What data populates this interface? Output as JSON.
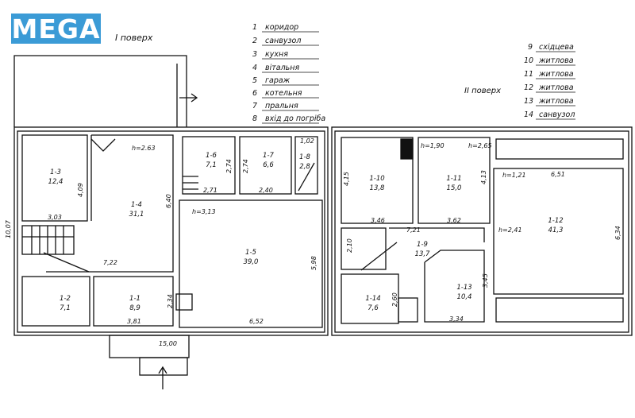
{
  "brand": {
    "logo_text": "MEGA",
    "color": "#3b9bd6"
  },
  "floors": {
    "first": "I поверх",
    "second": "II поверх"
  },
  "legend_first": [
    {
      "num": "1",
      "label": "коридор"
    },
    {
      "num": "2",
      "label": "санвузол"
    },
    {
      "num": "3",
      "label": "кухня"
    },
    {
      "num": "4",
      "label": "вітальня"
    },
    {
      "num": "5",
      "label": "гараж"
    },
    {
      "num": "6",
      "label": "котельня"
    },
    {
      "num": "7",
      "label": "пральня"
    },
    {
      "num": "8",
      "label": "вхід до погріба"
    }
  ],
  "legend_second": [
    {
      "num": "9",
      "label": "східцева"
    },
    {
      "num": "10",
      "label": "житлова"
    },
    {
      "num": "11",
      "label": "житлова"
    },
    {
      "num": "12",
      "label": "житлова"
    },
    {
      "num": "13",
      "label": "житлова"
    },
    {
      "num": "14",
      "label": "санвузол"
    }
  ],
  "rooms": {
    "r1_3": {
      "id": "1-3",
      "area": "12,4"
    },
    "r1_4": {
      "id": "1-4",
      "area": "31,1"
    },
    "r1_6": {
      "id": "1-6",
      "area": "7,1"
    },
    "r1_7": {
      "id": "1-7",
      "area": "6,6"
    },
    "r1_8": {
      "id": "1-8",
      "area": "2,8"
    },
    "r1_5": {
      "id": "1-5",
      "area": "39,0"
    },
    "r1_2": {
      "id": "1-2",
      "area": "7,1"
    },
    "r1_1": {
      "id": "1-1",
      "area": "8,9"
    },
    "r1_10": {
      "id": "1-10",
      "area": "13,8"
    },
    "r1_11": {
      "id": "1-11",
      "area": "15,0"
    },
    "r1_12": {
      "id": "1-12",
      "area": "41,3"
    },
    "r1_9": {
      "id": "1-9",
      "area": "13,7"
    },
    "r1_13": {
      "id": "1-13",
      "area": "10,4"
    },
    "r1_14": {
      "id": "1-14",
      "area": "7,6"
    }
  },
  "dims": {
    "h263": "h=2.63",
    "h313": "h=3,13",
    "h190": "h=1,90",
    "h265": "h=2,65",
    "h121": "h=1,21",
    "h241": "h=2,41",
    "d1007": "10,07",
    "d303": "3,03",
    "d409": "4,09",
    "d640": "6,40",
    "d722": "7,22",
    "d274a": "2,74",
    "d274b": "2,74",
    "d271": "2,71",
    "d240": "2,40",
    "d102": "1,02",
    "d598": "5,98",
    "d652": "6,52",
    "d381": "3,81",
    "d234": "2,34",
    "d1500": "15,00",
    "d415": "4,15",
    "d346": "3,46",
    "d413": "4,13",
    "d362": "3,62",
    "d651": "6,51",
    "d634": "6,34",
    "d721": "7,21",
    "d210": "2,10",
    "d345": "3,45",
    "d260": "2,60",
    "d334": "3,34"
  }
}
